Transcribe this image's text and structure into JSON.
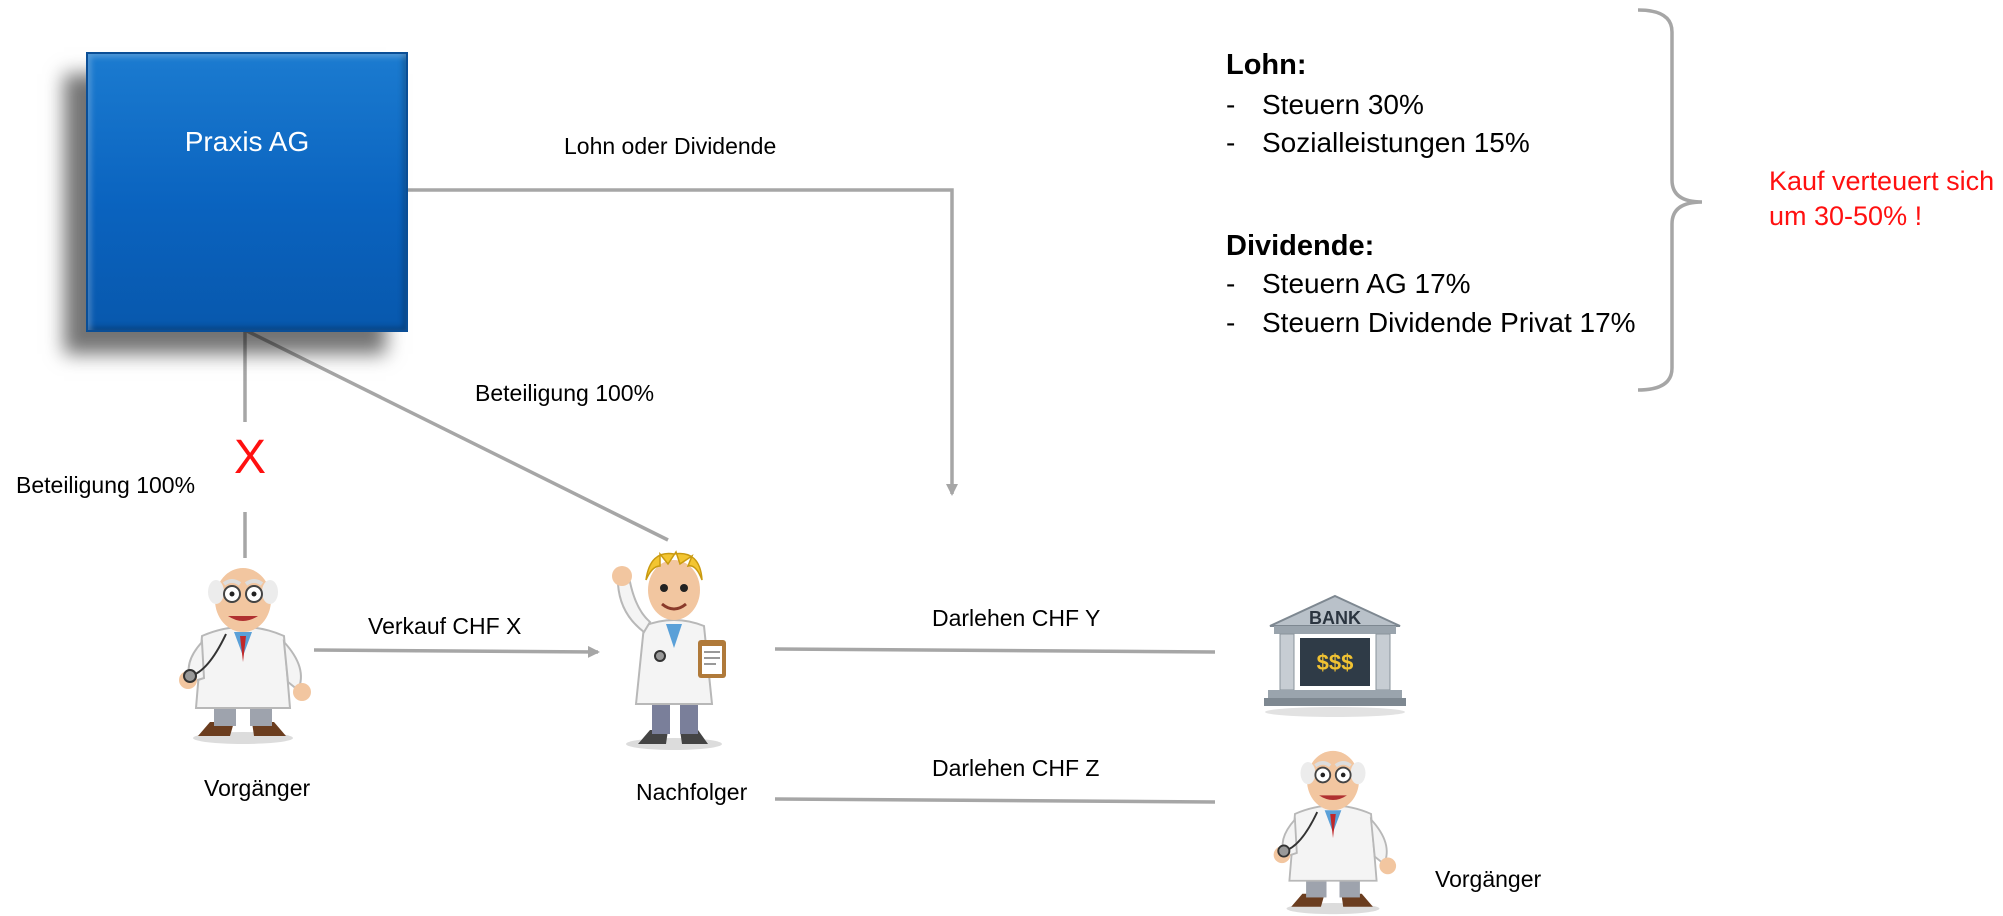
{
  "company": {
    "name": "Praxis AG"
  },
  "labels": {
    "lohn_oder_dividende": "Lohn oder Dividende",
    "beteiligung_new": "Beteiligung 100%",
    "beteiligung_old": "Beteiligung 100%",
    "cross": "X",
    "verkauf": "Verkauf CHF X",
    "darlehen_bank": "Darlehen CHF Y",
    "darlehen_vendor": "Darlehen CHF Z"
  },
  "people": {
    "vorgaenger": "Vorgänger",
    "nachfolger": "Nachfolger",
    "vorgaenger_lender": "Vorgänger"
  },
  "bank": {
    "sign": "BANK",
    "money": "$$$"
  },
  "info": {
    "lohn_title": "Lohn:",
    "lohn_items": [
      "Steuern 30%",
      "Sozialleistungen 15%"
    ],
    "dividende_title": "Dividende:",
    "dividende_items": [
      "Steuern AG 17%",
      "Steuern Dividende Privat 17%"
    ],
    "bullet": "-"
  },
  "result": {
    "text": "Kauf verteuert sich um 30-50% !"
  },
  "colors": {
    "connector": "#a6a6a6",
    "box": "#0a63bf",
    "accent_red": "#ff1010"
  }
}
